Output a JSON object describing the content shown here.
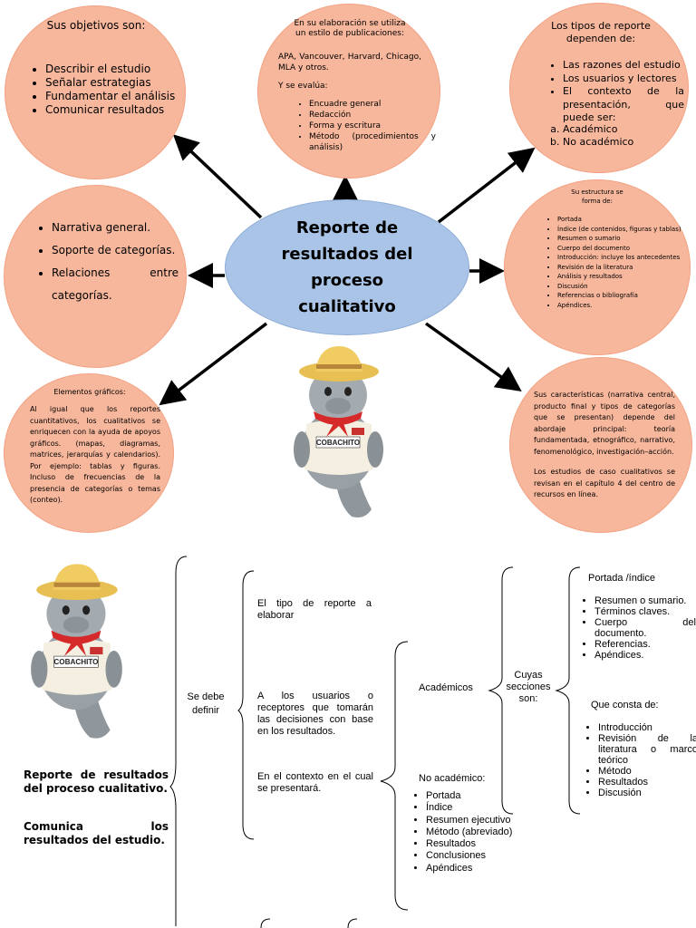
{
  "map": {
    "center_title": "Reporte de resultados del proceso cualitativo",
    "objetivos": {
      "title": "Sus objetivos son:",
      "items": [
        "Describir el estudio",
        "Señalar estrategias",
        "Fundamentar el análisis",
        "Comunicar resultados"
      ]
    },
    "estilo": {
      "intro": "En su elaboración se utiliza un estilo de publicaciones:",
      "styles": "APA, Vancouver, Harvard, Chicago, MLA y otros.",
      "evalua": "Y se evalúa:",
      "items": [
        "Encuadre general",
        "Redacción",
        "Forma y escritura",
        "Método (procedimientos y análisis)"
      ]
    },
    "tipos": {
      "title": "Los tipos de reporte dependen de:",
      "items": [
        "Las razones del estudio",
        "Los usuarios y lectores",
        "El contexto de la presentación, que puede ser:"
      ],
      "subitems": [
        "Académico",
        "No académico"
      ]
    },
    "narrativa": {
      "items": [
        "Narrativa general.",
        "Soporte de categorías.",
        "Relaciones entre categorías."
      ]
    },
    "estructura": {
      "title": "Su estructura se forma de:",
      "items": [
        "Portada",
        "Índice (de contenidos, figuras y tablas)",
        "Resumen o sumario",
        "Cuerpo del documento",
        "Introducción: incluye los antecedentes",
        "Revisión de la literatura",
        "Análisis y resultados",
        "Discusión",
        "Referencias o bibliografía",
        "Apéndices."
      ]
    },
    "graficos": {
      "title": "Elementos gráficos:",
      "text": "Al igual que los reportes cuantitativos, los cualitativos se enriquecen con la ayuda de apoyos gráficos. (mapas, diagramas, matrices, jerarquías y calendarios). Por ejemplo: tablas y figuras. Incluso de frecuencias de la presencia de categorías o temas (conteo)."
    },
    "caracteristicas": {
      "p1": "Sus características (narrativa central, producto final y tipos de categorías que se presentan) depende del abordaje principal: teoría fundamentada, etnográfico, narrativo, fenomenológico, investigación–acción.",
      "p2": "Los estudios de caso cualitativos se revisan en el capítulo 4 del centro de recursos en línea."
    },
    "mascot_label": "COBACHITO"
  },
  "summary": {
    "main_title": "Reporte de resultados del proceso cualitativo.",
    "subtitle": "Comunica los resultados del estudio.",
    "se_debe": "Se debe definir",
    "tipo_reporte": "El tipo de reporte a elaborar",
    "usuarios": "A los usuarios o receptores que tomarán las decisiones con base en los resultados.",
    "contexto": "En el contexto en el cual se presentará.",
    "academicos": "Académicos",
    "cuyas": "Cuyas secciones son:",
    "portada_indice": "Portada /índice",
    "acad_items": [
      "Resumen o sumario.",
      "Términos claves.",
      "Cuerpo del documento.",
      "Referencias.",
      "Apéndices."
    ],
    "consta": "Que consta de:",
    "consta_items": [
      "Introducción",
      "Revisión de la literatura o marco teórico",
      "Método",
      "Resultados",
      "Discusión"
    ],
    "no_academico": "No académico:",
    "no_acad_items": [
      "Portada",
      "Índice",
      "Resumen ejecutivo",
      "Método (abreviado)",
      "Resultados",
      "Conclusiones",
      "Apéndices"
    ]
  },
  "colors": {
    "circle": "#f7b79c",
    "center": "#a9c4e6",
    "arrow": "#000000"
  }
}
